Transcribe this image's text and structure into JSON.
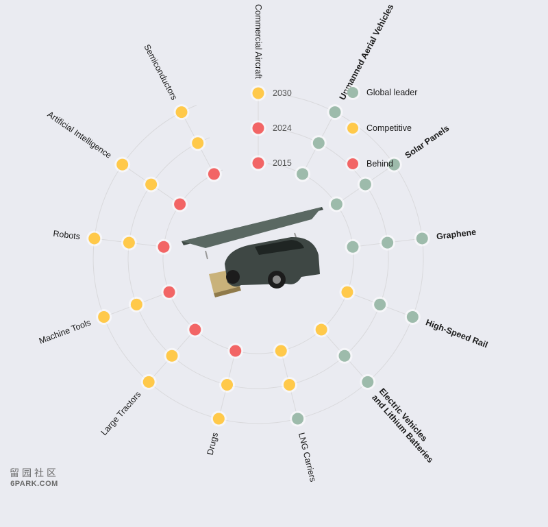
{
  "legend": {
    "global": {
      "label": "Global leader",
      "color": "#9dbbab"
    },
    "competitive": {
      "label": "Competitive",
      "color": "#ffc94a"
    },
    "behind": {
      "label": "Behind",
      "color": "#f26565"
    }
  },
  "rings": [
    "2015",
    "2024",
    "2030"
  ],
  "industries": [
    {
      "lines": [
        "Commercial Aircraft"
      ],
      "bold": false,
      "status": [
        "behind",
        "behind",
        "competitive"
      ]
    },
    {
      "lines": [
        "Semiconductors"
      ],
      "bold": false,
      "status": [
        "behind",
        "competitive",
        "competitive"
      ]
    },
    {
      "lines": [
        "Artificial Intelligence"
      ],
      "bold": false,
      "status": [
        "behind",
        "competitive",
        "competitive"
      ]
    },
    {
      "lines": [
        "Robots"
      ],
      "bold": false,
      "status": [
        "behind",
        "competitive",
        "competitive"
      ]
    },
    {
      "lines": [
        "Machine Tools"
      ],
      "bold": false,
      "status": [
        "behind",
        "competitive",
        "competitive"
      ]
    },
    {
      "lines": [
        "Large Tractors"
      ],
      "bold": false,
      "status": [
        "behind",
        "competitive",
        "competitive"
      ]
    },
    {
      "lines": [
        "Drugs"
      ],
      "bold": false,
      "status": [
        "behind",
        "competitive",
        "competitive"
      ]
    },
    {
      "lines": [
        "LNG Carriers"
      ],
      "bold": false,
      "status": [
        "competitive",
        "competitive",
        "global"
      ]
    },
    {
      "lines": [
        "Electric Vehicles",
        "and Lithium Batteries"
      ],
      "bold": true,
      "status": [
        "competitive",
        "global",
        "global"
      ]
    },
    {
      "lines": [
        "High-Speed Rail"
      ],
      "bold": true,
      "status": [
        "competitive",
        "global",
        "global"
      ]
    },
    {
      "lines": [
        "Graphene"
      ],
      "bold": true,
      "status": [
        "global",
        "global",
        "global"
      ]
    },
    {
      "lines": [
        "Solar Panels"
      ],
      "bold": true,
      "status": [
        "global",
        "global",
        "global"
      ]
    },
    {
      "lines": [
        "Unmanned Aerial Vehicles"
      ],
      "bold": true,
      "status": [
        "global",
        "global",
        "global"
      ]
    }
  ],
  "watermark": {
    "glyphs": "留园社区",
    "text": "6PARK.COM"
  }
}
